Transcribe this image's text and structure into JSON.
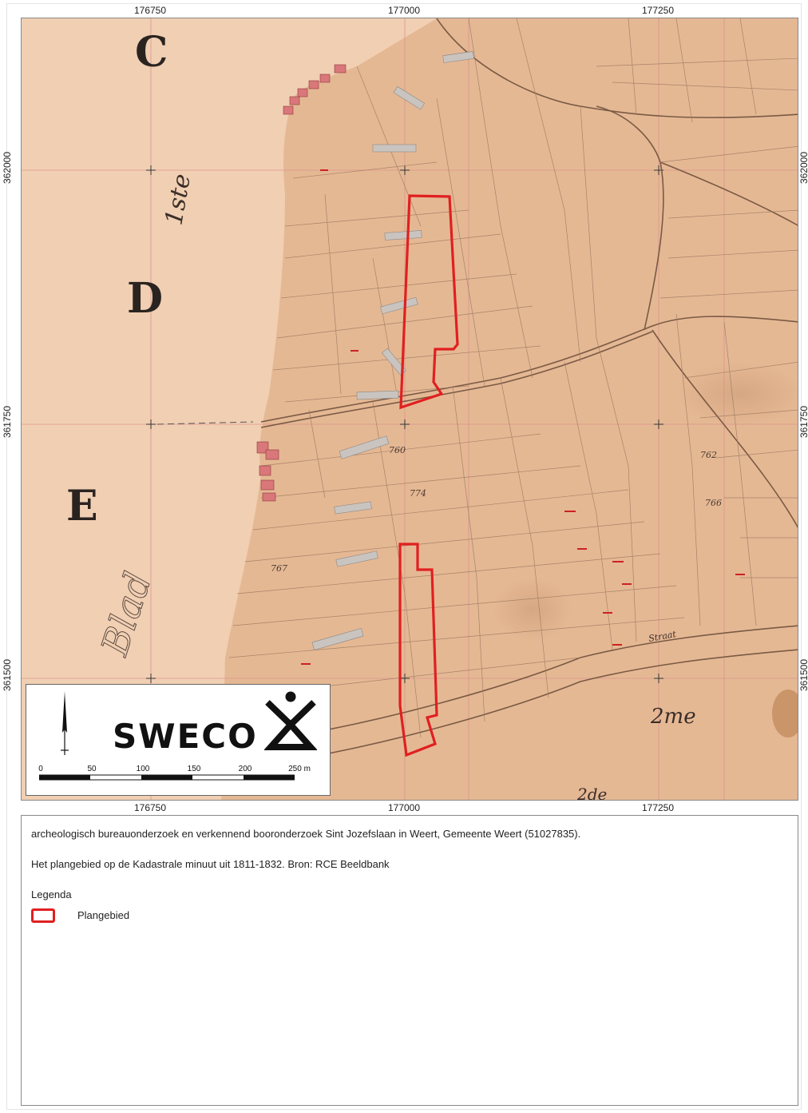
{
  "map": {
    "x_ticks_top": [
      "176750",
      "177000",
      "177250"
    ],
    "x_ticks_bottom": [
      "176750",
      "177000",
      "177250"
    ],
    "y_ticks_left": [
      "362000",
      "361750",
      "361500"
    ],
    "y_ticks_right": [
      "362000",
      "361750",
      "361500"
    ],
    "section_letters": [
      "C",
      "D",
      "E"
    ],
    "handwritten_labels": [
      "1ste",
      "Blad",
      "2me",
      "2de",
      "Straat"
    ],
    "parcel_numbers": [
      "760",
      "774",
      "767",
      "762",
      "766"
    ],
    "colors": {
      "paper": "#e9c3a3",
      "paper_dark": "#dcae8a",
      "parcel_line": "#8a6a50",
      "plan_outline": "#e02020",
      "grid_line": "#d07070",
      "house_fill": "#d9777a"
    }
  },
  "legend_overlay": {
    "brand": "SWECO",
    "north_arrow": "north-arrow-icon",
    "logo_icon": "sweco-person-icon",
    "scale_labels": [
      "0",
      "50",
      "100",
      "150",
      "200",
      "250 m"
    ]
  },
  "info": {
    "description": "archeologisch bureauonderzoek en verkennend booronderzoek Sint Jozefslaan in Weert, Gemeente Weert (51027835).",
    "caption": "Het plangebied op de Kadastrale minuut uit 1811-1832. Bron: RCE Beeldbank",
    "legend_title": "Legenda",
    "legend_item": "Plangebied"
  }
}
